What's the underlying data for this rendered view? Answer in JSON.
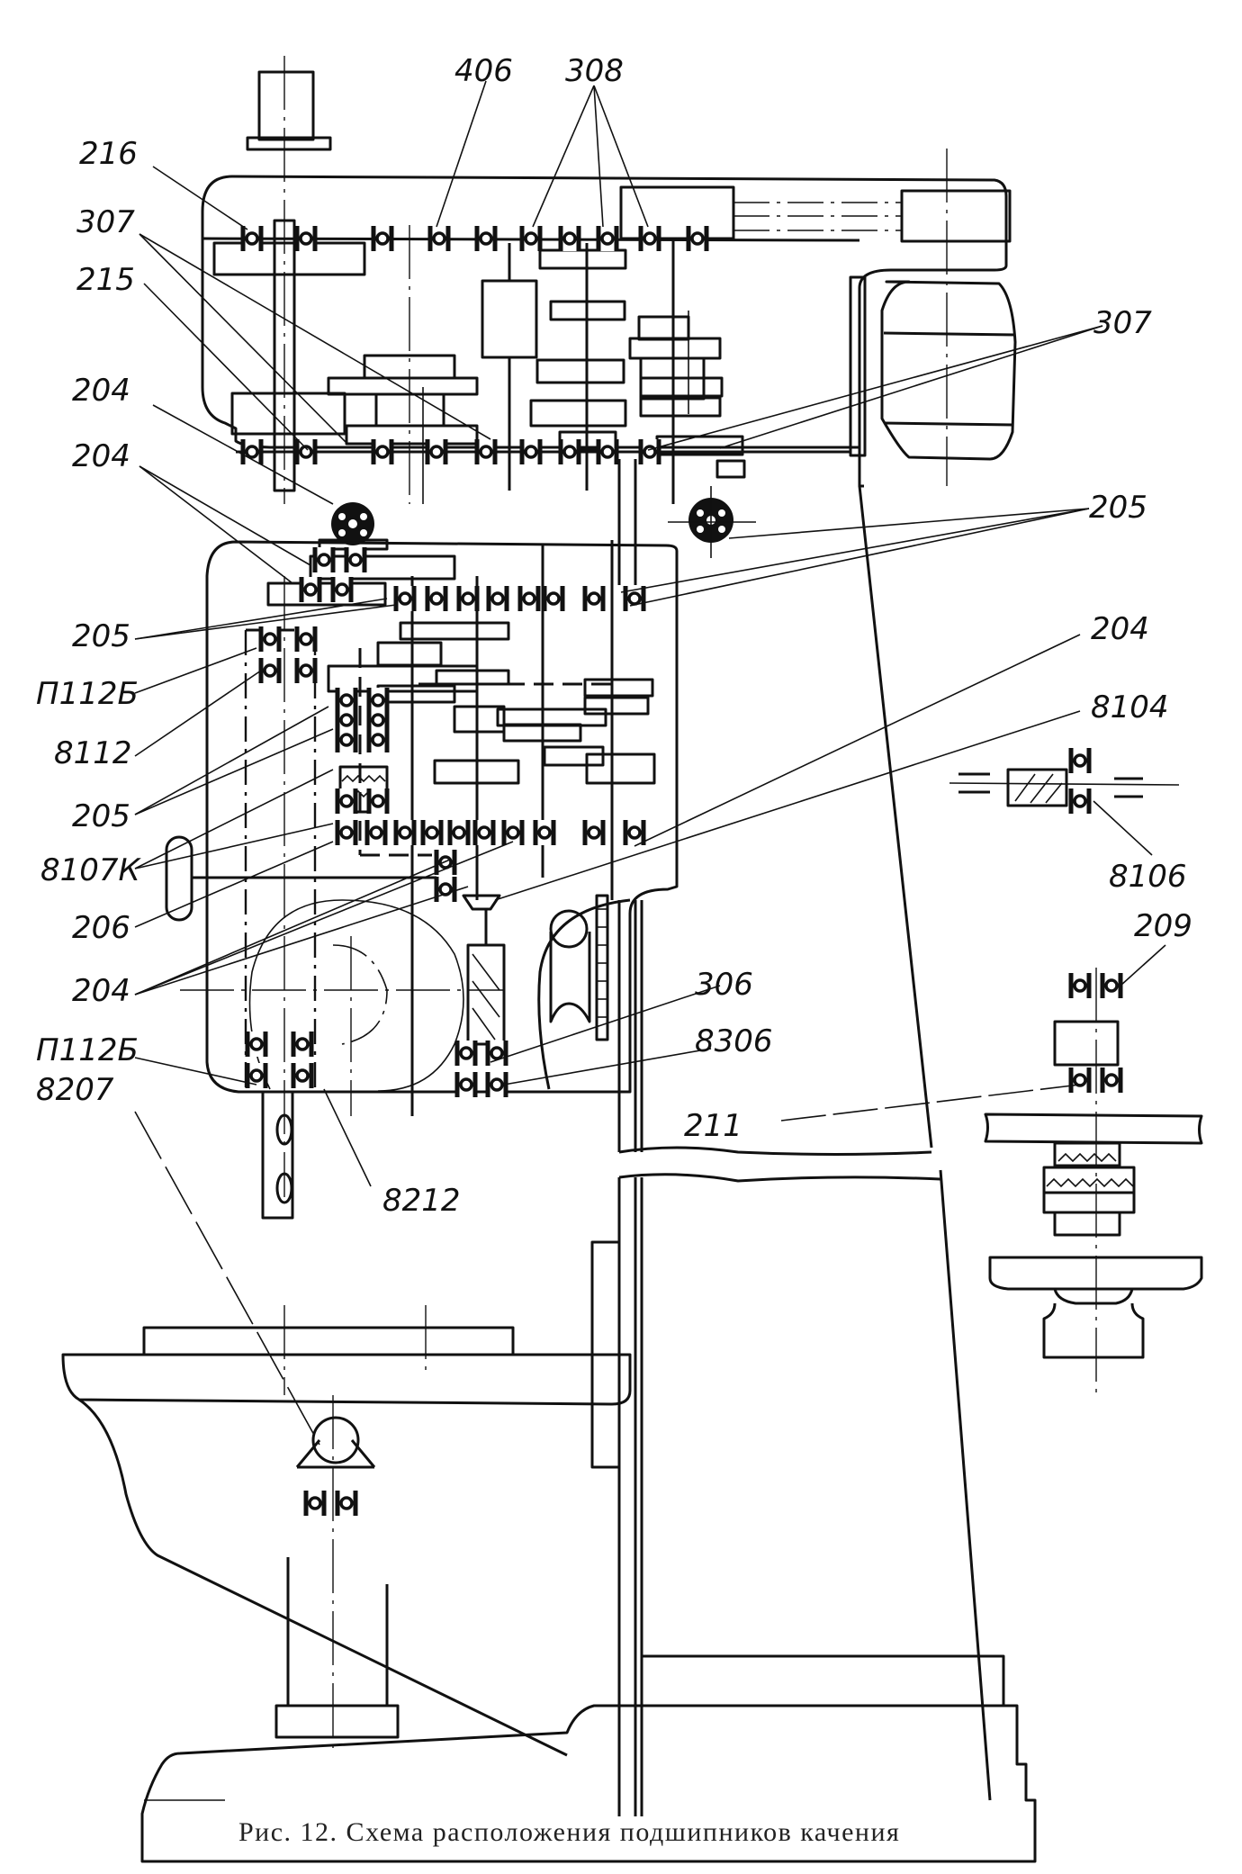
{
  "figure": {
    "caption": "Рис. 12. Схема расположения подшипников качения",
    "subject": "Bearing arrangement scheme of a vertical drilling machine"
  },
  "labels": [
    {
      "id": "lbl-406",
      "text": "406"
    },
    {
      "id": "lbl-308",
      "text": "308"
    },
    {
      "id": "lbl-216",
      "text": "216"
    },
    {
      "id": "lbl-307-left",
      "text": "307"
    },
    {
      "id": "lbl-215",
      "text": "215"
    },
    {
      "id": "lbl-204-a",
      "text": "204"
    },
    {
      "id": "lbl-204-b",
      "text": "204"
    },
    {
      "id": "lbl-307-right",
      "text": "307"
    },
    {
      "id": "lbl-205-right",
      "text": "205"
    },
    {
      "id": "lbl-205-a",
      "text": "205"
    },
    {
      "id": "lbl-p112b-a",
      "text": "П112Б"
    },
    {
      "id": "lbl-8112",
      "text": "8112"
    },
    {
      "id": "lbl-205-b",
      "text": "205"
    },
    {
      "id": "lbl-8107k",
      "text": "8107К"
    },
    {
      "id": "lbl-206",
      "text": "206"
    },
    {
      "id": "lbl-204-c",
      "text": "204"
    },
    {
      "id": "lbl-p112b-b",
      "text": "П112Б"
    },
    {
      "id": "lbl-8207",
      "text": "8207"
    },
    {
      "id": "lbl-8212",
      "text": "8212"
    },
    {
      "id": "lbl-204-right",
      "text": "204"
    },
    {
      "id": "lbl-8104",
      "text": "8104"
    },
    {
      "id": "lbl-8106",
      "text": "8106"
    },
    {
      "id": "lbl-209",
      "text": "209"
    },
    {
      "id": "lbl-306",
      "text": "306"
    },
    {
      "id": "lbl-8306",
      "text": "8306"
    },
    {
      "id": "lbl-211",
      "text": "211"
    }
  ]
}
